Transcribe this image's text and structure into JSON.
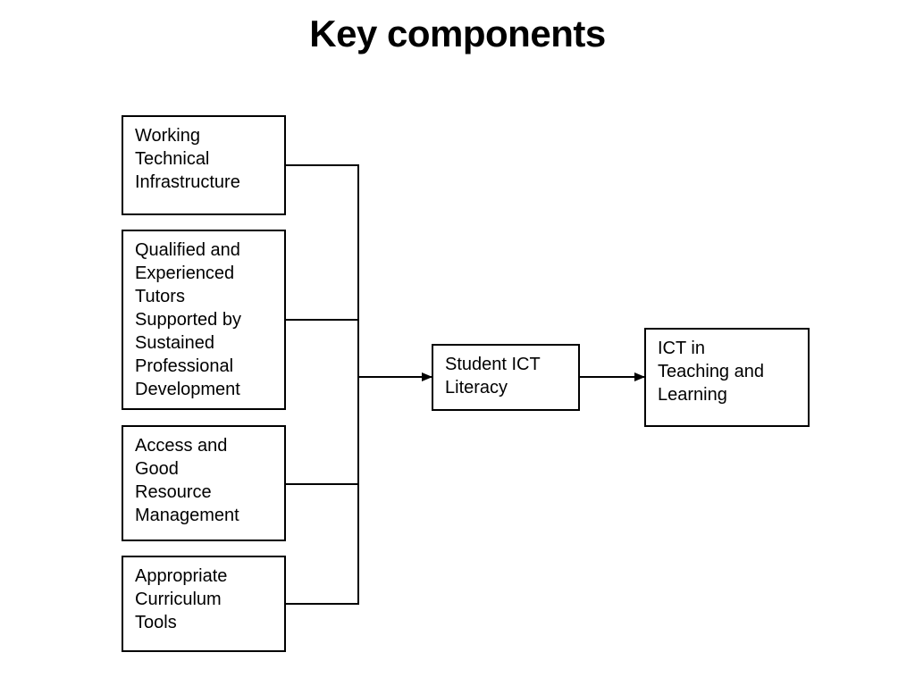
{
  "slide": {
    "title": "Key components"
  },
  "diagram": {
    "inputs": [
      {
        "id": "infra",
        "label": "Working\nTechnical\nInfrastructure"
      },
      {
        "id": "tutors",
        "label": "Qualified and\nExperienced\nTutors\nSupported by\nSustained\nProfessional\nDevelopment"
      },
      {
        "id": "access",
        "label": "Access and\nGood\nResource\nManagement"
      },
      {
        "id": "curric",
        "label": "Appropriate\nCurriculum\nTools"
      }
    ],
    "middle": {
      "id": "student",
      "label": "Student ICT\nLiteracy"
    },
    "output": {
      "id": "ict",
      "label": "ICT in\nTeaching and\nLearning"
    }
  }
}
